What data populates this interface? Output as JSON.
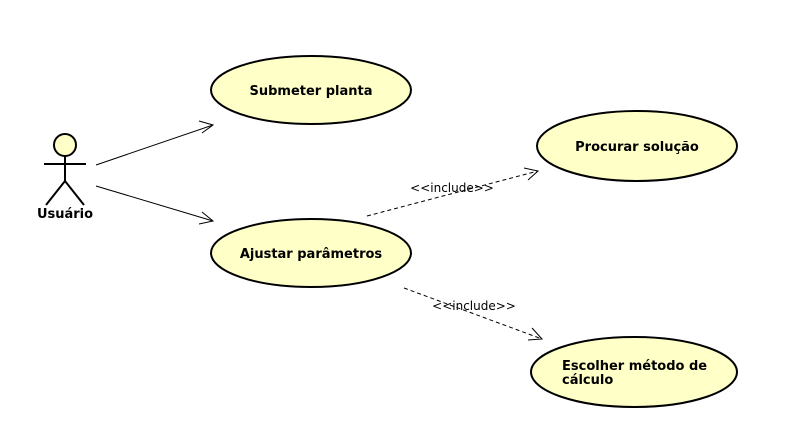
{
  "actor": {
    "name": "Usuário"
  },
  "use_cases": {
    "submit_plan": "Submeter planta",
    "adjust_params": "Ajustar parâmetros",
    "find_solution": "Procurar solução",
    "choose_method_line1": "Escolher método de",
    "choose_method_line2": "cálculo"
  },
  "relations": {
    "include_1": "<<include>>",
    "include_2": "<<include>>"
  },
  "colors": {
    "use_case_fill": "#ffffc8",
    "stroke": "#000000"
  }
}
